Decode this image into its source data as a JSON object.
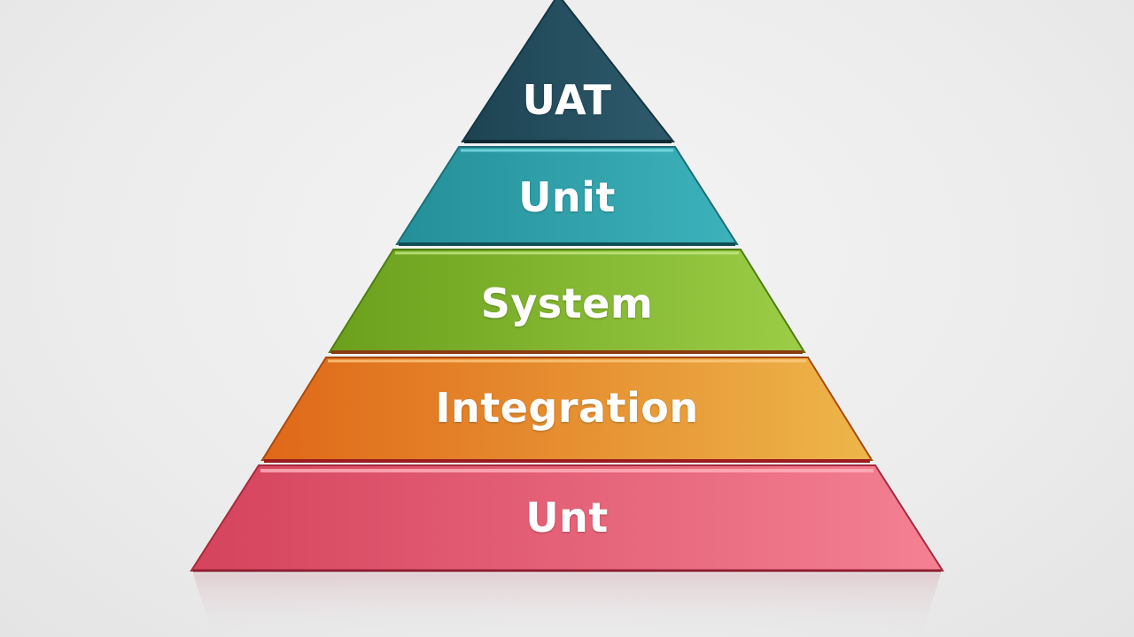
{
  "diagram": {
    "type": "pyramid",
    "levels": [
      {
        "label": "UAT",
        "color_left": "#1f4656",
        "color_right": "#2d5a6b",
        "edge": "#163542"
      },
      {
        "label": "Unit",
        "color_left": "#27959f",
        "color_right": "#3aafb8",
        "edge": "#1c6f77"
      },
      {
        "label": "System",
        "color_left": "#6fa620",
        "color_right": "#9acb44",
        "edge": "#4f7d12"
      },
      {
        "label": "Integration",
        "color_left": "#e06b1a",
        "color_right": "#ecb347",
        "edge": "#a84a10"
      },
      {
        "label": "Unt",
        "color_left": "#d9475f",
        "color_right": "#f27e90",
        "edge": "#a62a3e"
      }
    ]
  }
}
